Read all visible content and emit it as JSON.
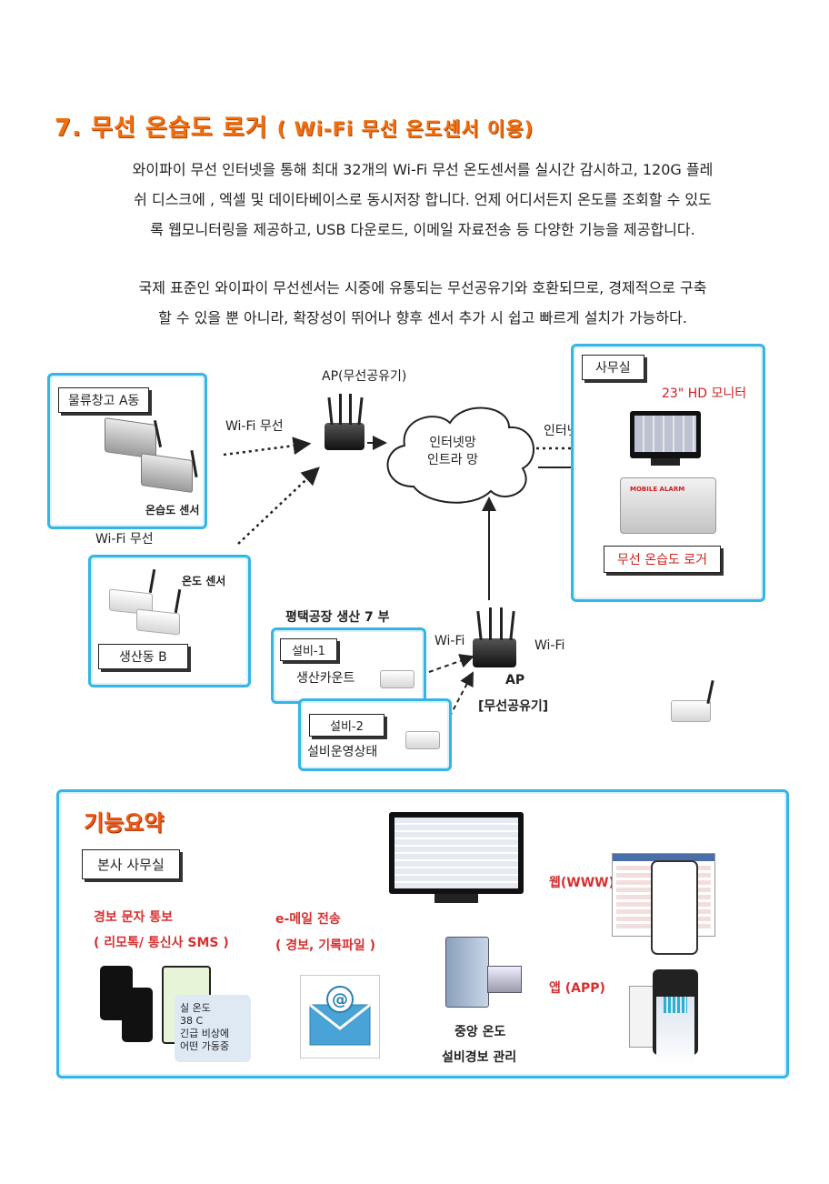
{
  "heading": {
    "title": "7. 무선 온습도 로거",
    "subtitle": "( Wi-Fi 무선 온도센서 이용)"
  },
  "paragraph1": [
    "와이파이 무선 인터넷을 통해 최대 32개의 Wi-Fi 무선 온도센서를 실시간 감시하고, 120G 플레",
    "쉬 디스크에 , 엑셀 및 데이타베이스로 동시저장 합니다. 언제 어디서든지 온도를 조회할 수 있도",
    "록 웹모니터링을 제공하고, USB 다운로드, 이메일 자료전송 등 다양한 기능을 제공합니다."
  ],
  "paragraph2": [
    "국제 표준인 와이파이 무선센서는 시중에 유통되는 무선공유기와 호환되므로, 경제적으로 구축",
    "할 수 있을 뿐 아니라, 확장성이 뛰어나 향후 센서 추가 시 쉽고 빠르게 설치가 가능하다."
  ],
  "diagram": {
    "warehouse_label": "물류창고 A동",
    "warehouse_sensor": "온습도 센서",
    "wifi_wireless_1": "Wi-Fi 무선",
    "wifi_wireless_2": "Wi-Fi 무선",
    "ap_top_label": "AP(무선공유기)",
    "cloud_line1": "인터넷망",
    "cloud_line2": "인트라 망",
    "internet_label": "인터넷",
    "office_label": "사무실",
    "monitor_label": "23\" HD 모니터",
    "logger_panel_text": "MOBILE ALARM",
    "logger_label": "무선 온습도 로거",
    "production_label": "생산동 B",
    "production_sensor": "온도 센서",
    "factory_label": "평택공장 생산 7 부",
    "equip1_label": "설비-1",
    "equip1_desc": "생산카운트",
    "equip2_label": "설비-2",
    "equip2_desc": "설비운영상태",
    "wifi_left": "Wi-Fi",
    "wifi_right": "Wi-Fi",
    "ap_bottom_label": "AP",
    "ap_bottom_sub": "[무선공유기]"
  },
  "features": {
    "title": "기능요약",
    "hq_label": "본사 사무실",
    "sms_line1": "경보 문자 통보",
    "sms_line2": "( 리모톡/ 통신사 SMS )",
    "email_line1": "e-메일 전송",
    "email_line2": "( 경보, 기록파일 )",
    "web_label": "웹(WWW)",
    "app_label": "앱   (APP)",
    "central_line1": "중앙 온도",
    "central_line2": "설비경보 관리",
    "alert_lines": [
      "실 온도",
      "38 C",
      "긴급 비상에",
      "어떤 가동중"
    ]
  },
  "colors": {
    "title_orange": "#f07010",
    "border_cyan": "#35b5e5",
    "accent_red": "#d02020"
  }
}
